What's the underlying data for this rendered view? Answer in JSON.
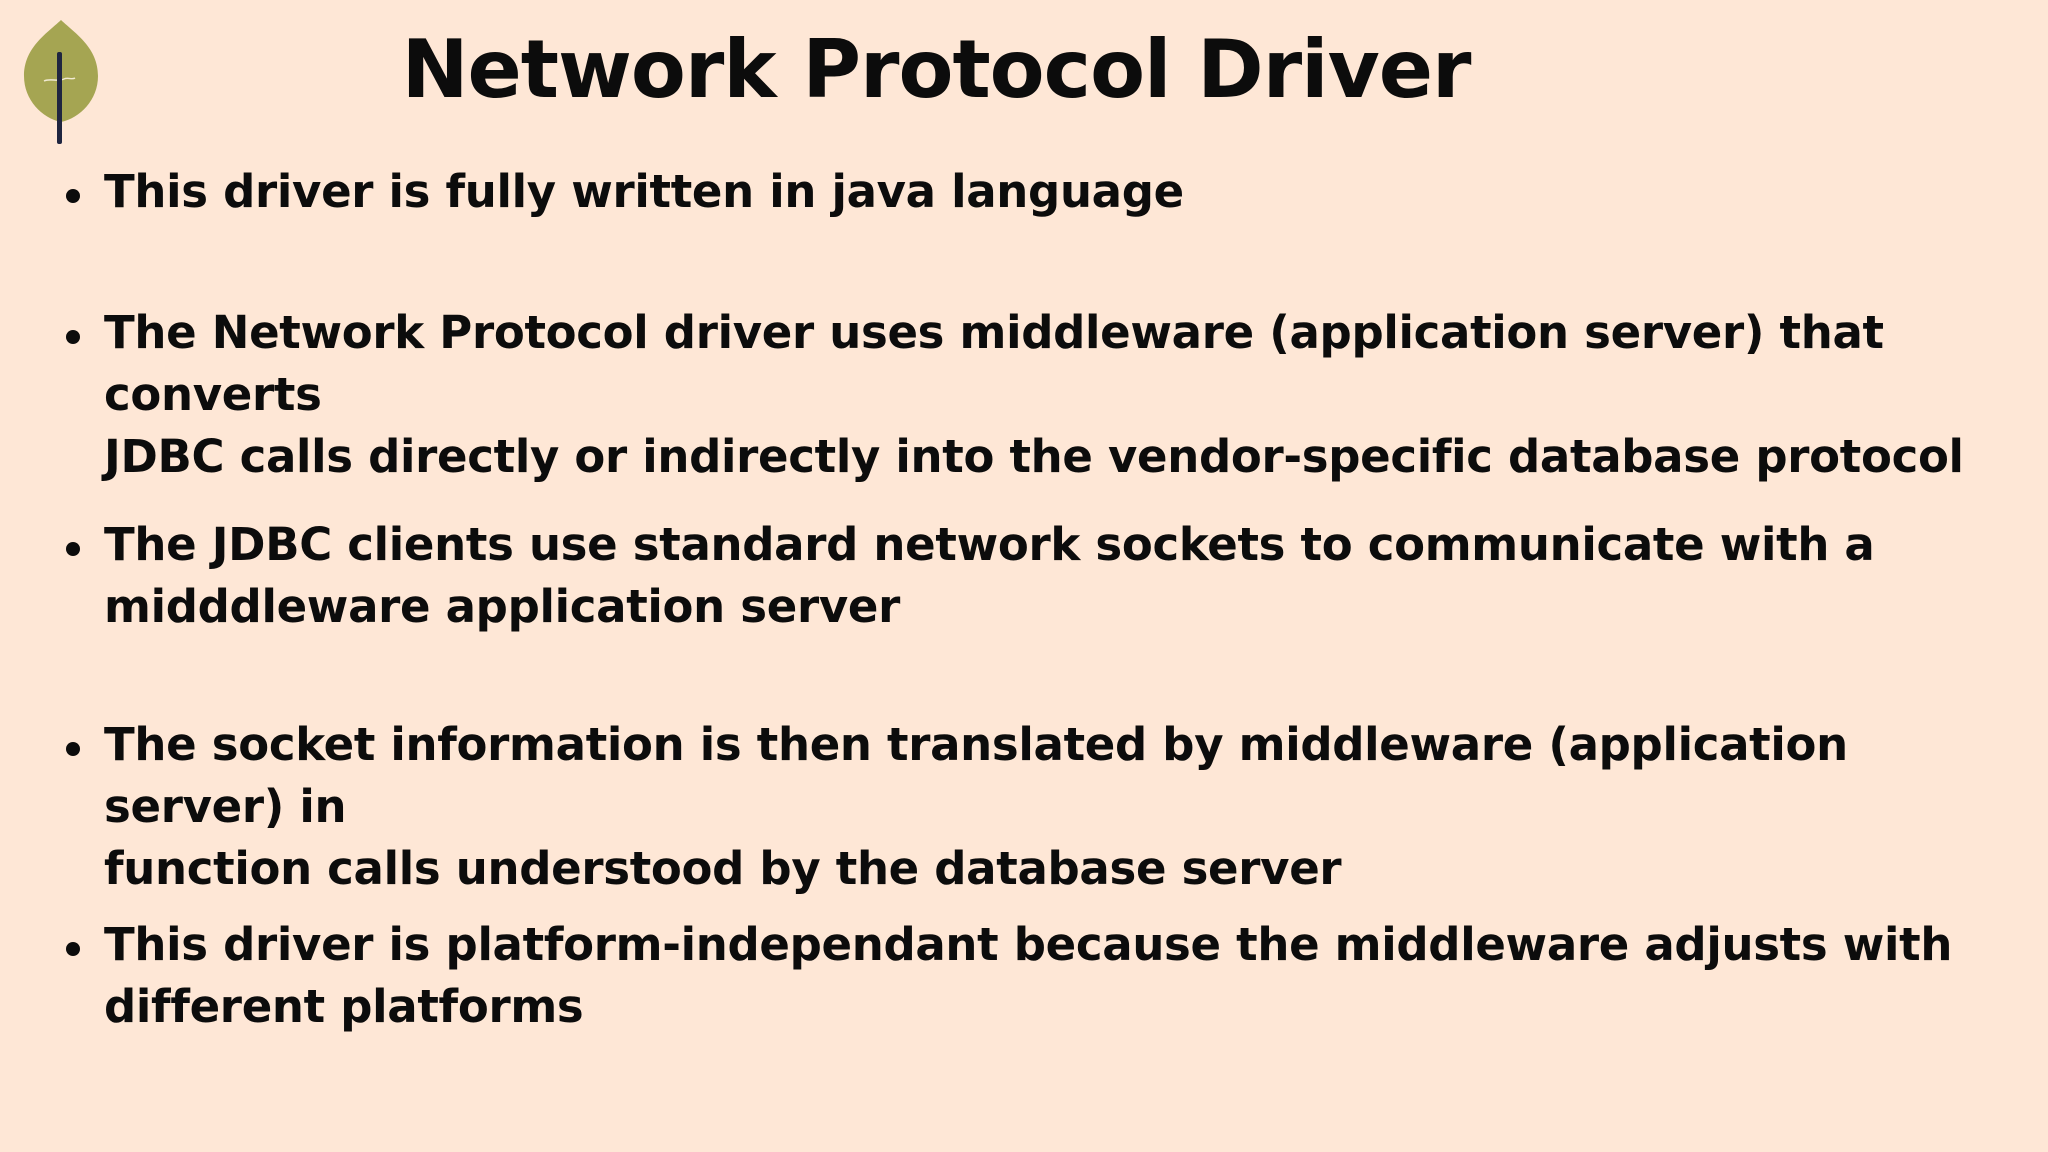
{
  "slide": {
    "title": "Network Protocol Driver",
    "logo_label": "logo-leaf-icon",
    "bullets": [
      {
        "text": "This driver is fully written in java language"
      },
      {
        "text": "The Network Protocol driver uses middleware (application server) that converts\nJDBC calls directly or indirectly into the vendor-specific database protocol"
      },
      {
        "text": "The JDBC clients use standard network sockets to communicate with a\nmidddleware application server"
      },
      {
        "text": "The socket information is then translated by middleware (application server) in\nfunction calls understood by the database server"
      },
      {
        "text": "This driver is platform-independant because the middleware adjusts with\ndifferent platforms"
      }
    ]
  },
  "colors": {
    "background": "#fee7d6",
    "text": "#0c0c0c",
    "logo_leaf": "#a5a552",
    "logo_stem": "#1f2540"
  }
}
